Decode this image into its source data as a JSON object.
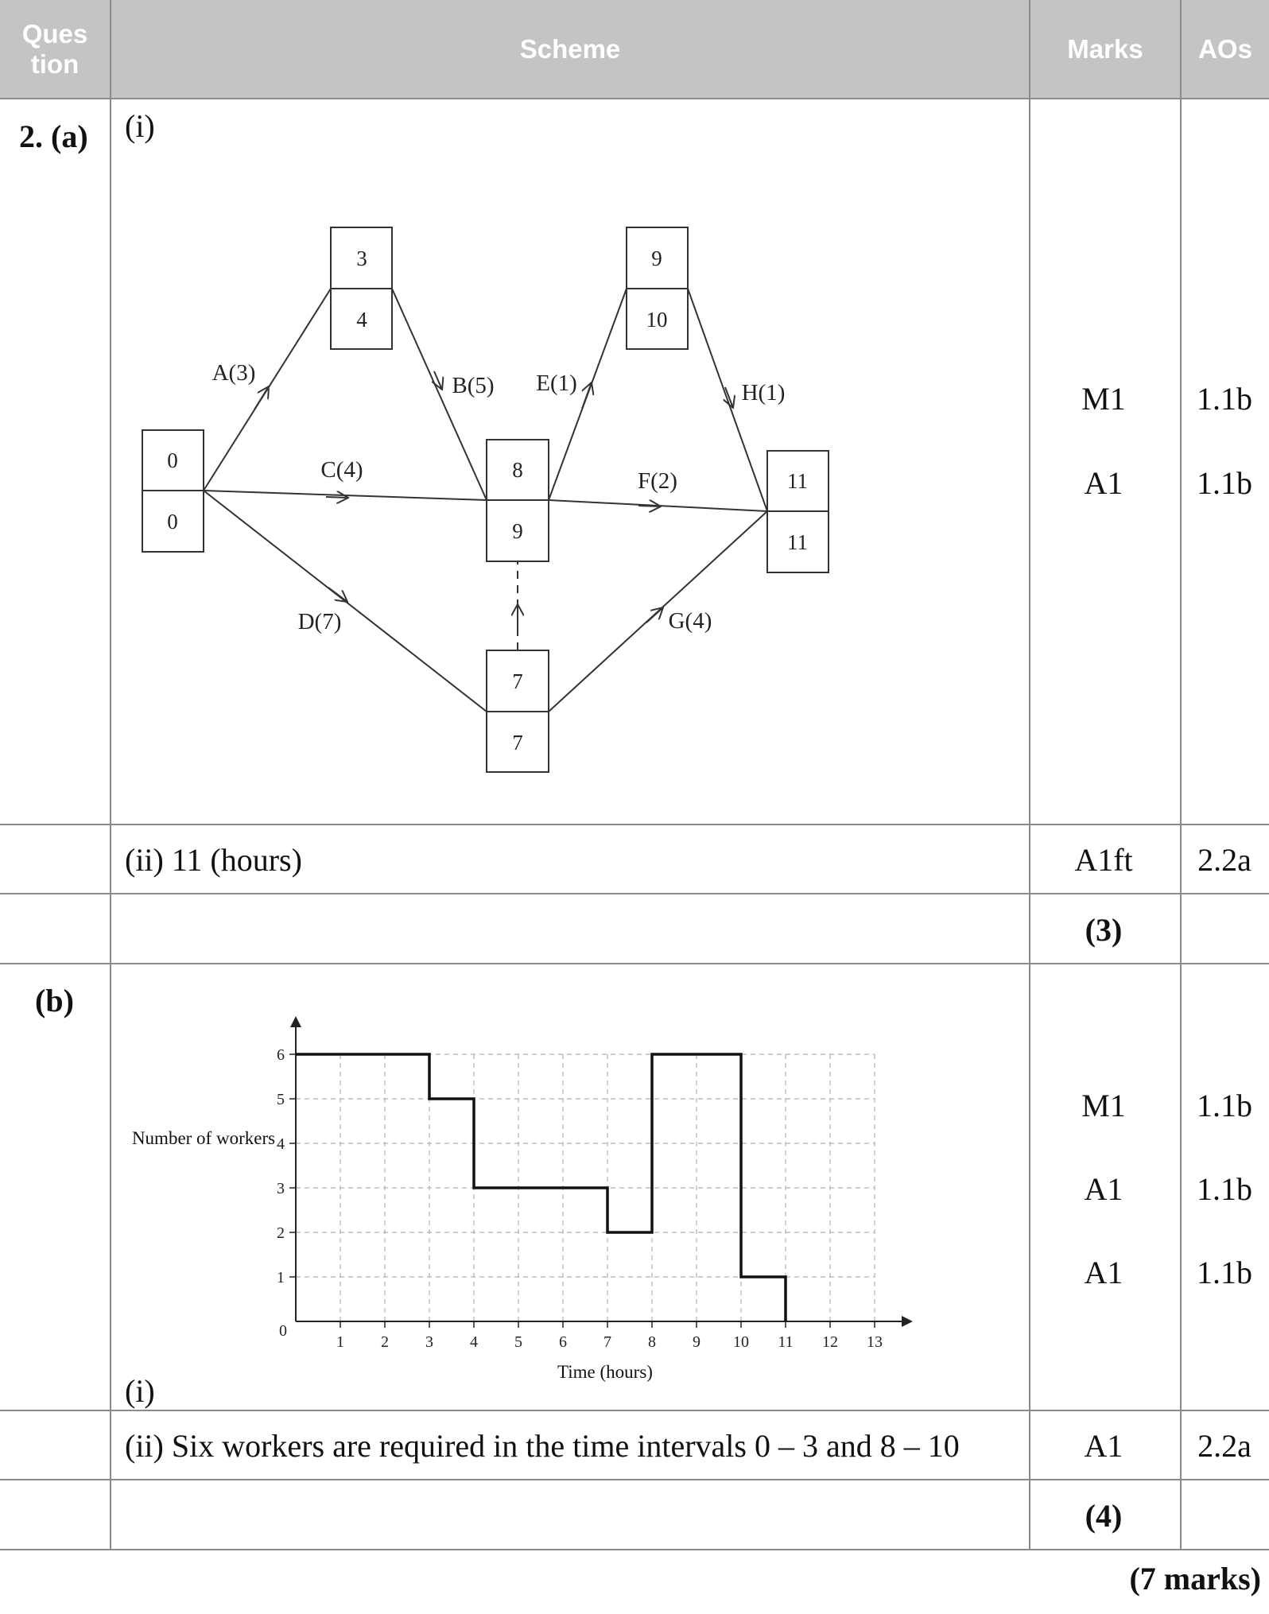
{
  "header": {
    "question": "Ques tion",
    "scheme": "Scheme",
    "marks": "Marks",
    "aos": "AOs"
  },
  "part_a": {
    "question": "2. (a)",
    "sub_i": "(i)",
    "network": {
      "events": [
        {
          "id": "start",
          "early": "0",
          "late": "0"
        },
        {
          "id": "e1",
          "early": "3",
          "late": "4"
        },
        {
          "id": "e2",
          "early": "8",
          "late": "9"
        },
        {
          "id": "e3",
          "early": "9",
          "late": "10"
        },
        {
          "id": "e4",
          "early": "7",
          "late": "7"
        },
        {
          "id": "end",
          "early": "11",
          "late": "11"
        }
      ],
      "activities": [
        {
          "label": "A(3)"
        },
        {
          "label": "B(5)"
        },
        {
          "label": "C(4)"
        },
        {
          "label": "D(7)"
        },
        {
          "label": "E(1)"
        },
        {
          "label": "F(2)"
        },
        {
          "label": "G(4)"
        },
        {
          "label": "H(1)"
        }
      ]
    },
    "marks_i": [
      {
        "mark": "M1",
        "ao": "1.1b"
      },
      {
        "mark": "A1",
        "ao": "1.1b"
      }
    ],
    "sub_ii": "(ii) 11 (hours)",
    "mark_ii": "A1ft",
    "ao_ii": "2.2a",
    "total": "(3)"
  },
  "part_b": {
    "question": "(b)",
    "sub_i": "(i)",
    "marks_i": [
      {
        "mark": "M1",
        "ao": "1.1b"
      },
      {
        "mark": "A1",
        "ao": "1.1b"
      },
      {
        "mark": "A1",
        "ao": "1.1b"
      }
    ],
    "sub_ii": "(ii) Six workers are required in the time intervals 0 – 3 and 8 – 10",
    "mark_ii": "A1",
    "ao_ii": "2.2a",
    "total": "(4)"
  },
  "total_marks": "(7 marks)",
  "chart_data": {
    "type": "line",
    "xlabel": "Time (hours)",
    "ylabel": "Number of workers",
    "xlim": [
      0,
      13
    ],
    "ylim": [
      0,
      6
    ],
    "x_ticks": [
      "0",
      "1",
      "2",
      "3",
      "4",
      "5",
      "6",
      "7",
      "8",
      "9",
      "10",
      "11",
      "12",
      "13"
    ],
    "y_ticks": [
      "1",
      "2",
      "3",
      "4",
      "5",
      "6"
    ],
    "grid": true,
    "steps": [
      {
        "from": 0,
        "to": 3,
        "value": 6
      },
      {
        "from": 3,
        "to": 4,
        "value": 5
      },
      {
        "from": 4,
        "to": 7,
        "value": 3
      },
      {
        "from": 7,
        "to": 8,
        "value": 2
      },
      {
        "from": 8,
        "to": 10,
        "value": 6
      },
      {
        "from": 10,
        "to": 11,
        "value": 1
      }
    ]
  }
}
